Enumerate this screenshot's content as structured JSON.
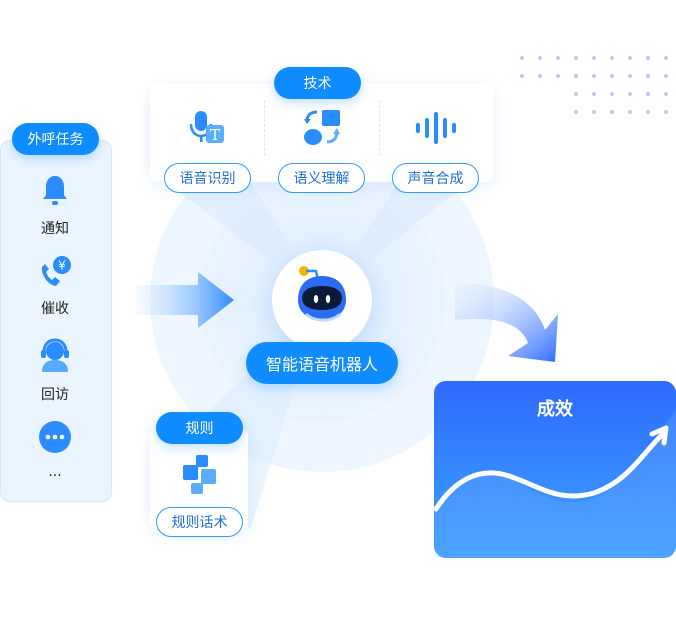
{
  "outbound": {
    "title": "外呼任务",
    "items": [
      {
        "label": "通知",
        "icon": "bell-icon"
      },
      {
        "label": "催收",
        "icon": "phone-yen-icon"
      },
      {
        "label": "回访",
        "icon": "agent-headset-icon"
      },
      {
        "label": "...",
        "icon": "more-icon"
      }
    ]
  },
  "tech": {
    "title": "技术",
    "items": [
      {
        "label": "语音识别",
        "icon": "speech-recognition-icon"
      },
      {
        "label": "语义理解",
        "icon": "semantic-shapes-icon"
      },
      {
        "label": "声音合成",
        "icon": "sound-wave-icon"
      }
    ]
  },
  "robot": {
    "label": "智能语音机器人",
    "icon": "robot-icon"
  },
  "rules": {
    "title": "规则",
    "item": "规则话术",
    "icon": "rules-blocks-icon"
  },
  "result": {
    "title": "成效"
  },
  "colors": {
    "primary": "#0f8cff",
    "result_top": "#2e6bff",
    "result_bottom": "#3ca3ff"
  }
}
